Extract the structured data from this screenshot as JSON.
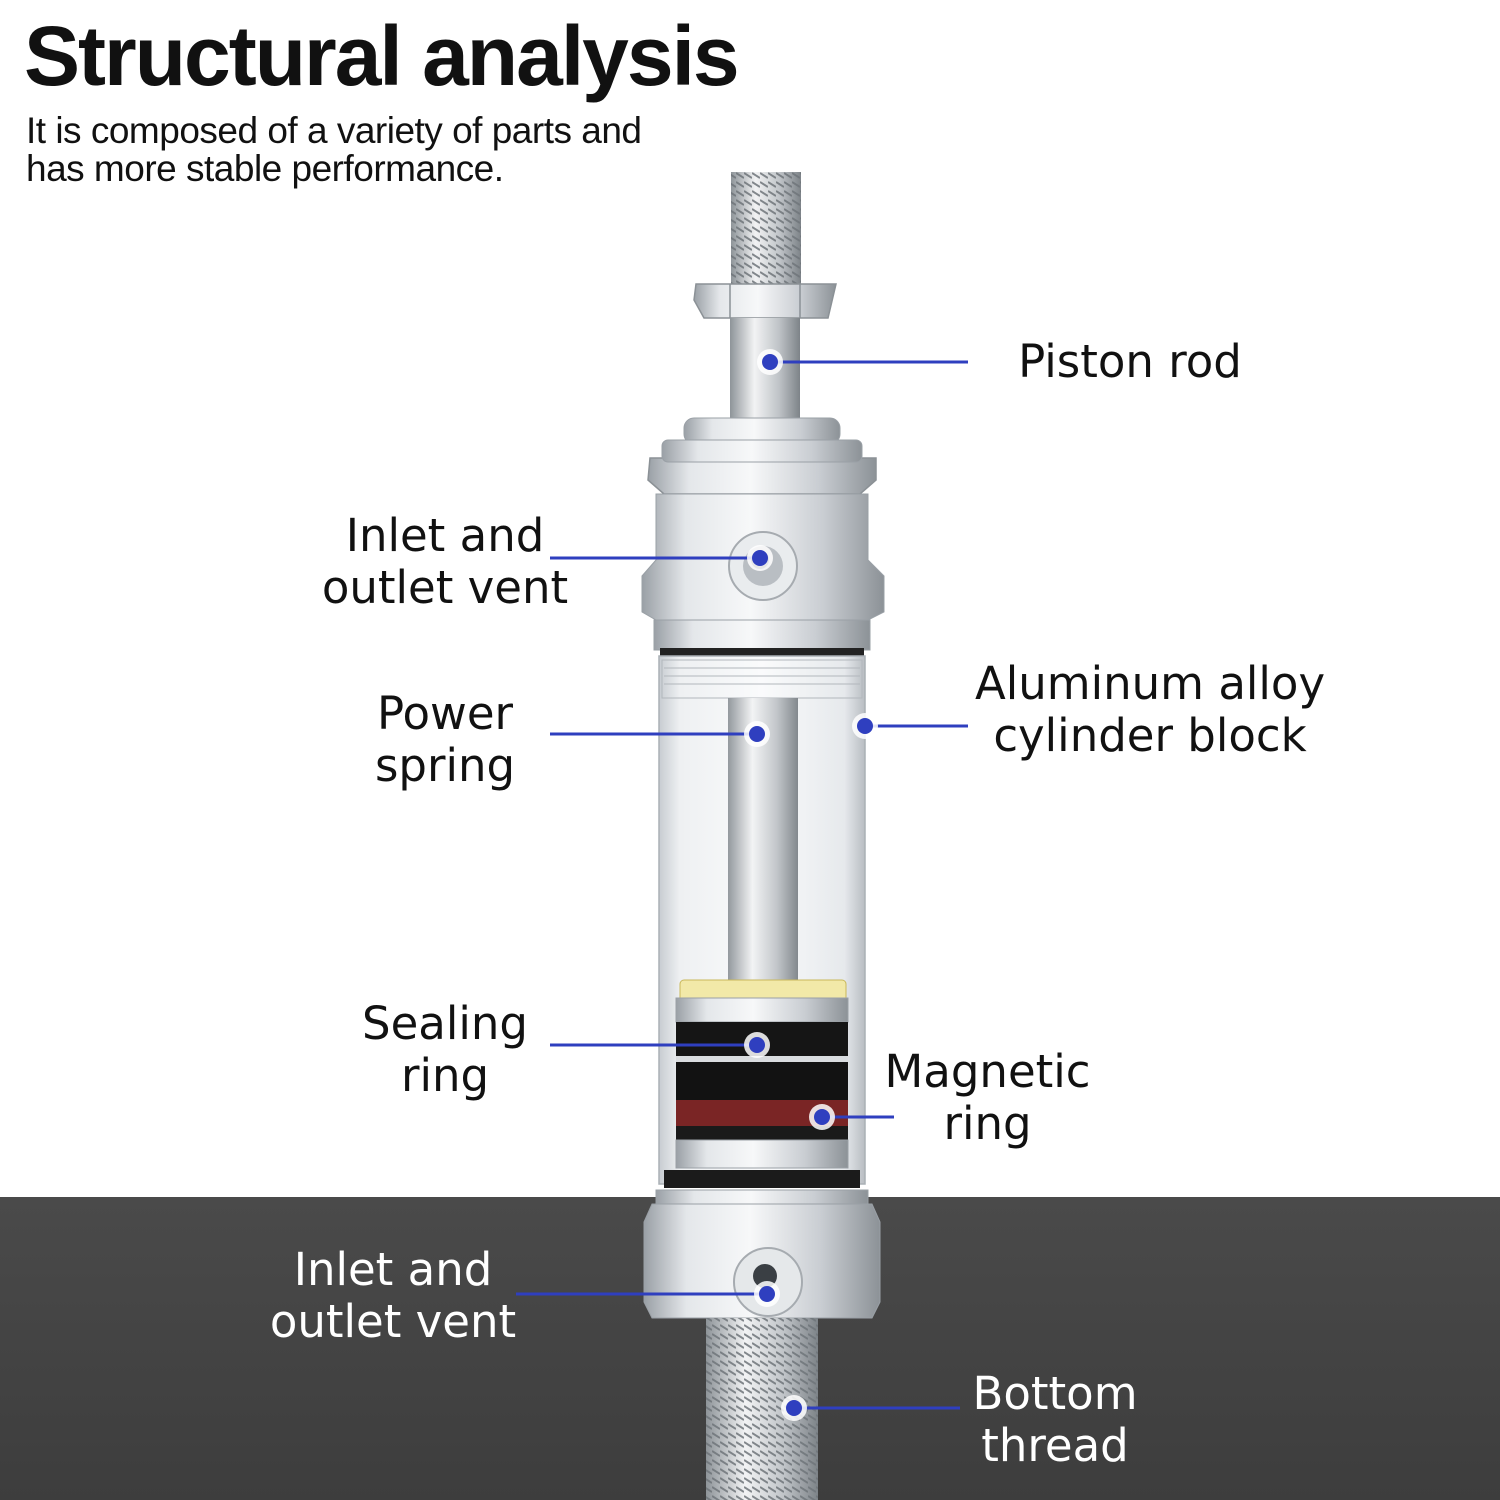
{
  "title": "Structural analysis",
  "subtitle": {
    "line1": "It is composed of a variety of parts and",
    "line2": "has more stable performance."
  },
  "colors": {
    "leader": "#2f3fbf",
    "dot": "#2f3fbf",
    "floor": "#454545",
    "metal": "#cfd3d8"
  },
  "labels": {
    "piston_rod": {
      "line1": "Piston rod"
    },
    "inlet_top": {
      "line1": "Inlet and",
      "line2": "outlet vent"
    },
    "aluminum": {
      "line1": "Aluminum alloy",
      "line2": "cylinder block"
    },
    "power_spring": {
      "line1": "Power",
      "line2": "spring"
    },
    "sealing_ring": {
      "line1": "Sealing",
      "line2": "ring"
    },
    "magnetic_ring": {
      "line1": "Magnetic",
      "line2": "ring"
    },
    "inlet_bottom": {
      "line1": "Inlet and",
      "line2": "outlet vent"
    },
    "bottom_thread": {
      "line1": "Bottom",
      "line2": "thread"
    }
  }
}
